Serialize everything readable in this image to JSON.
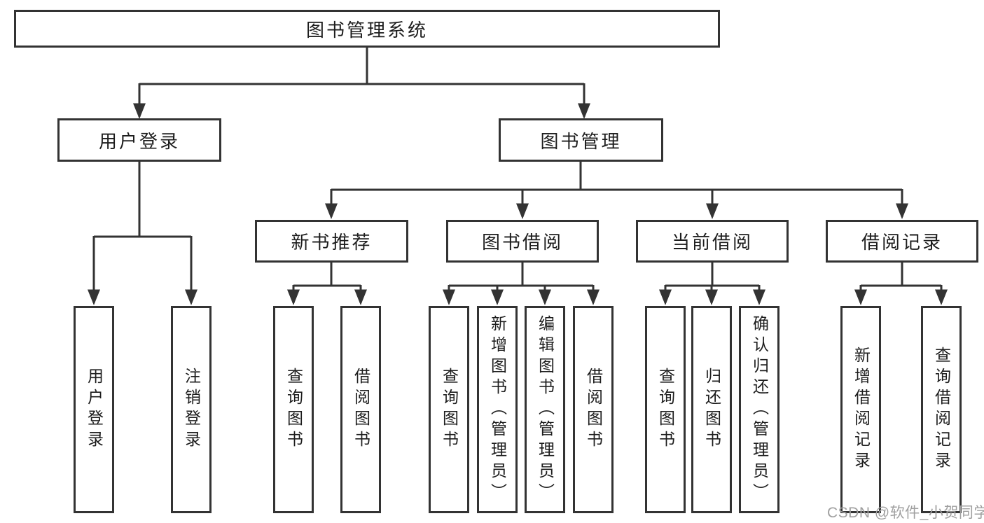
{
  "diagram_title": "图书管理系统",
  "tree": {
    "label": "图书管理系统",
    "children": [
      {
        "label": "用户登录",
        "children": [
          {
            "label": "用户登录"
          },
          {
            "label": "注销登录"
          }
        ]
      },
      {
        "label": "图书管理",
        "children": [
          {
            "label": "新书推荐",
            "children": [
              {
                "label": "查询图书"
              },
              {
                "label": "借阅图书"
              }
            ]
          },
          {
            "label": "图书借阅",
            "children": [
              {
                "label": "查询图书"
              },
              {
                "label": "新增图书（管理员）"
              },
              {
                "label": "编辑图书（管理员）"
              },
              {
                "label": "借阅图书"
              }
            ]
          },
          {
            "label": "当前借阅",
            "children": [
              {
                "label": "查询图书"
              },
              {
                "label": "归还图书"
              },
              {
                "label": "确认归还（管理员）"
              }
            ]
          },
          {
            "label": "借阅记录",
            "children": [
              {
                "label": "新增借阅记录"
              },
              {
                "label": "查询借阅记录"
              }
            ]
          }
        ]
      }
    ]
  },
  "watermark": {
    "text": "CSDN @软件_小贺同学"
  },
  "colors": {
    "line": "#333333",
    "box_border": "#333333",
    "text": "#1d1d1d",
    "watermark": "#9f9f9f",
    "background": "#ffffff"
  }
}
